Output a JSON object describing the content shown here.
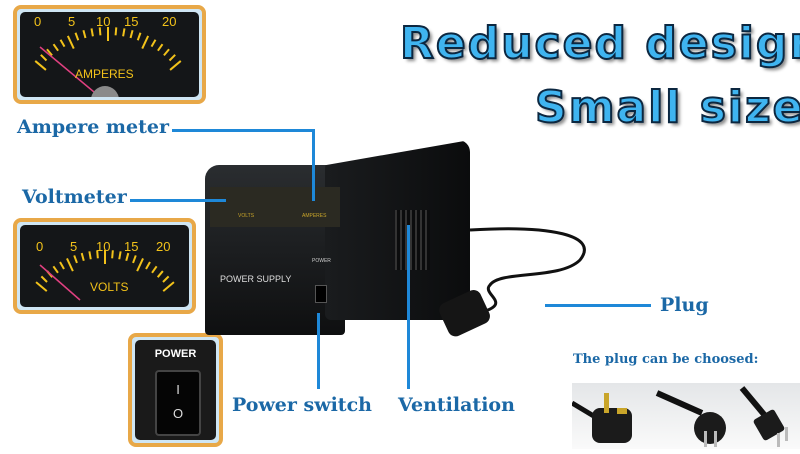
{
  "headline": {
    "line1": "Reduced design",
    "line2": "Small size",
    "color": "#3fb4f0"
  },
  "ammeter_inset": {
    "scale": [
      "0",
      "5",
      "10",
      "15",
      "20"
    ],
    "unit": "AMPERES"
  },
  "voltmeter_inset": {
    "scale": [
      "0",
      "5",
      "10",
      "15",
      "20"
    ],
    "unit": "VOLTS"
  },
  "power_inset": {
    "label": "POWER",
    "on_symbol": "I",
    "off_symbol": "O"
  },
  "device": {
    "front_label": "POWER SUPPLY",
    "switch_label": "POWER",
    "meter1_unit": "VOLTS",
    "meter2_unit": "AMPERES"
  },
  "callouts": {
    "ampere_meter": "Ampere meter",
    "voltmeter": "Voltmeter",
    "power_switch": "Power switch",
    "ventilation": "Ventilation",
    "plug": "Plug",
    "color": "#1b68a6",
    "line_color": "#1e88d8"
  },
  "plug_options": {
    "heading": "The plug can be choosed:",
    "types": [
      "uk-plug",
      "eu-schuko-plug",
      "us-plug"
    ]
  },
  "accent_frame_color": "#e8a848"
}
